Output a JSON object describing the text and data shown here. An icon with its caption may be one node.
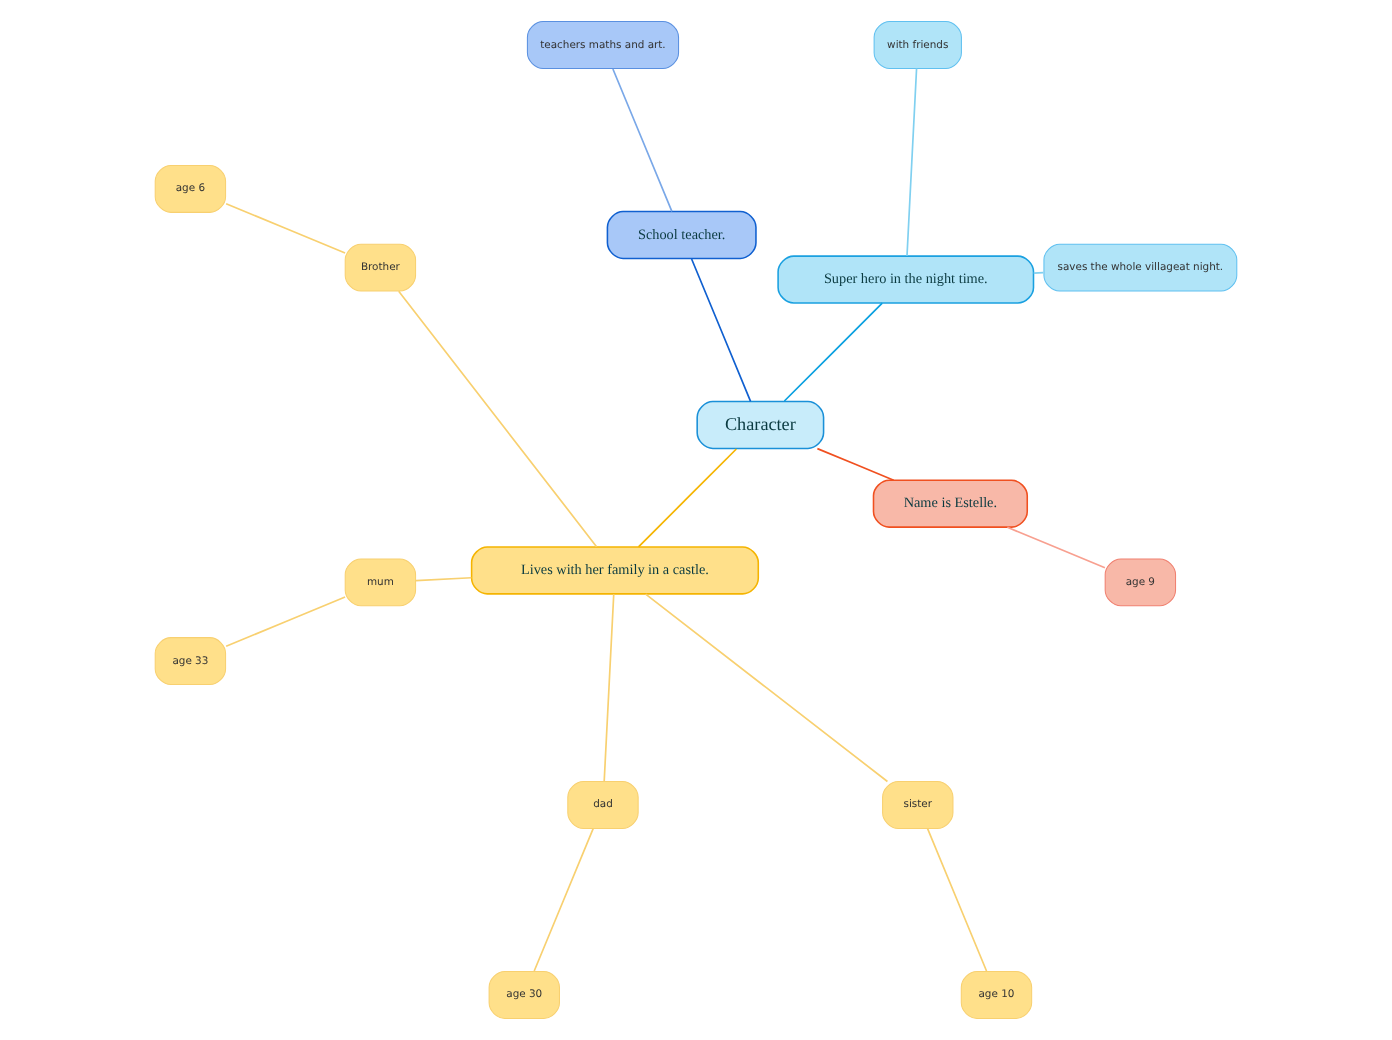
{
  "diagram": {
    "nodes": [
      {
        "text": [
          "Character"
        ]
      },
      {
        "text": [
          "Super hero in the night time."
        ]
      },
      {
        "text": [
          "saves the whole villageat night."
        ]
      },
      {
        "text": [
          "with friends"
        ]
      },
      {
        "text": [
          "School teacher."
        ]
      },
      {
        "text": [
          "teachers maths and art."
        ]
      },
      {
        "text": [
          "Lives with her family in a castle."
        ]
      },
      {
        "text": [
          "Brother"
        ]
      },
      {
        "text": [
          "age 6"
        ]
      },
      {
        "text": [
          "mum"
        ]
      },
      {
        "text": [
          "age 33"
        ]
      },
      {
        "text": [
          "dad"
        ]
      },
      {
        "text": [
          "age 30"
        ]
      },
      {
        "text": [
          "sister"
        ]
      },
      {
        "text": [
          "age 10"
        ]
      },
      {
        "text": [
          "Name is Estelle."
        ]
      },
      {
        "text": [
          "age 9"
        ]
      }
    ],
    "edges": [
      {
        "from": 0,
        "to": 1,
        "arrow": "none",
        "color": "#0aa0e0"
      },
      {
        "from": 1,
        "to": 2,
        "arrow": "none",
        "color": "#80d0f0"
      },
      {
        "from": 1,
        "to": 3,
        "arrow": "none",
        "color": "#80d0f0"
      },
      {
        "from": 0,
        "to": 4,
        "arrow": "none",
        "color": "#1060d0"
      },
      {
        "from": 4,
        "to": 5,
        "arrow": "none",
        "color": "#7aa8e8"
      },
      {
        "from": 0,
        "to": 6,
        "arrow": "none",
        "color": "#f5b400"
      },
      {
        "from": 6,
        "to": 7,
        "arrow": "none",
        "color": "#f8d070"
      },
      {
        "from": 7,
        "to": 8,
        "arrow": "none",
        "color": "#f8d070"
      },
      {
        "from": 6,
        "to": 9,
        "arrow": "none",
        "color": "#f8d070"
      },
      {
        "from": 9,
        "to": 10,
        "arrow": "none",
        "color": "#f8d070"
      },
      {
        "from": 6,
        "to": 11,
        "arrow": "none",
        "color": "#f8d070"
      },
      {
        "from": 11,
        "to": 12,
        "arrow": "none",
        "color": "#f8d070"
      },
      {
        "from": 6,
        "to": 13,
        "arrow": "none",
        "color": "#f8d070"
      },
      {
        "from": 13,
        "to": 14,
        "arrow": "none",
        "color": "#f8d070"
      },
      {
        "from": 0,
        "to": 15,
        "arrow": "none",
        "color": "#f05020"
      },
      {
        "from": 15,
        "to": 16,
        "arrow": "none",
        "color": "#f8a090"
      }
    ]
  }
}
